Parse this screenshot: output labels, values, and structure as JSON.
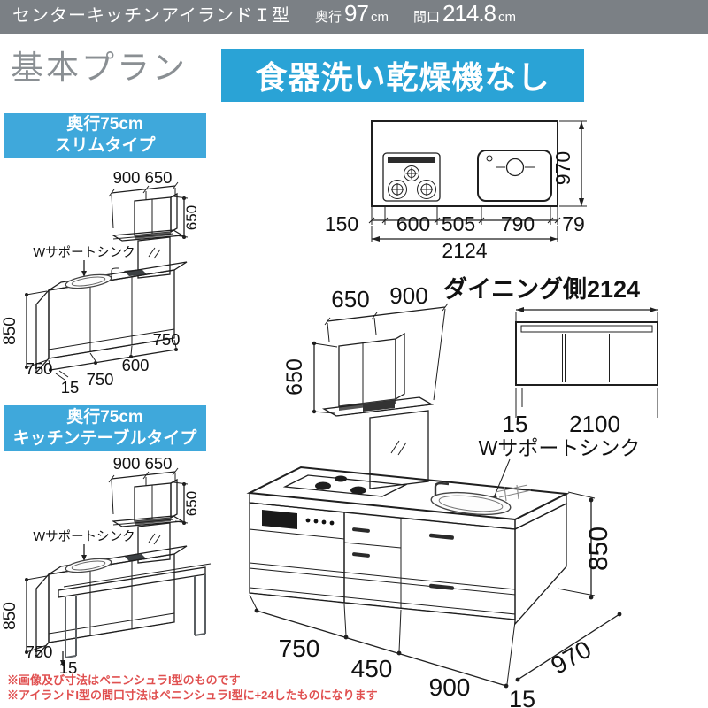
{
  "header": {
    "title": "センターキッチンアイランドＩ型",
    "depth_label": "奥行",
    "depth_value": "97",
    "depth_unit": "cm",
    "width_label": "間口",
    "width_value": "214.8",
    "width_unit": "cm"
  },
  "plan_title": "基本プラン",
  "banner": "食器洗い乾燥機なし",
  "left_top": {
    "line1": "奥行75cm",
    "line2": "スリムタイプ",
    "dim_900": "900",
    "dim_650_top": "650",
    "dim_650_side": "650",
    "sink_label": "Wサポートシンク",
    "dim_850": "850",
    "dim_depth_750": "750",
    "dim_750a": "750",
    "dim_600": "600",
    "dim_750b": "750",
    "dim_15": "15"
  },
  "left_bottom": {
    "line1": "奥行75cm",
    "line2": "キッチンテーブルタイプ",
    "dim_900": "900",
    "dim_650_top": "650",
    "dim_650_side": "650",
    "sink_label": "Wサポートシンク",
    "dim_850": "850",
    "dim_depth_750": "750",
    "dim_15": "15"
  },
  "plan_view": {
    "seg_150": "150",
    "seg_600": "600",
    "seg_505": "505",
    "seg_790": "790",
    "seg_79": "79",
    "total": "2124",
    "depth": "970"
  },
  "dining": {
    "title": "ダイニング側2124",
    "dim_15": "15",
    "dim_2100": "2100",
    "sink_label": "Wサポートシンク"
  },
  "iso": {
    "dim_650_top": "650",
    "dim_900_top": "900",
    "dim_650_side": "650",
    "dim_850": "850",
    "dim_750": "750",
    "dim_450": "450",
    "dim_900_b": "900",
    "dim_15": "15",
    "dim_970": "970"
  },
  "notes": [
    "※画像及び寸法はペニンシュラI型のものです",
    "※アイランドI型の間口寸法はペニンシュラI型に+24したものになります"
  ],
  "colors": {
    "topbar_gray": "#7b8085",
    "banner_cyan": "#2aa3d6",
    "subheader_cyan": "#3fa8db",
    "cabinet_blue": "#b5e4f8",
    "cabinet_blue_dark": "#8fd0ec",
    "note_red": "#e05050"
  }
}
